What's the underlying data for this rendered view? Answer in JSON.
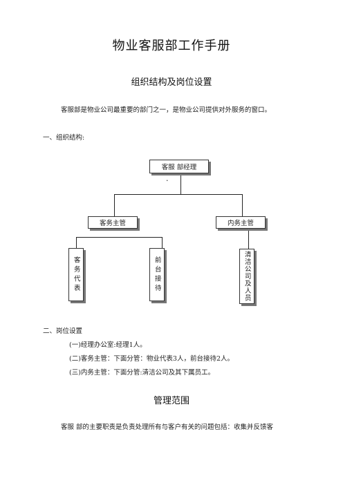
{
  "document": {
    "title": "物业客服部工作手册",
    "section1_title": "组织结构及岗位设置",
    "intro": "客服部是物业公司最重要的部门之一，是物业公司提供对外服务的窗口。",
    "org_heading": "一、组织结构:",
    "org_chart": {
      "root": "客服 部经理",
      "dot": "·",
      "left_manager": "客务主管",
      "right_manager": "内务主管",
      "leaf_1": "客务代表",
      "leaf_2": "前台接待",
      "leaf_3": "清洁公司及人员"
    },
    "positions_heading": "二、岗位设置",
    "positions": [
      "(一)经理办公室:经理1人。",
      "(二)客务主管：下面分管：物业代表3人，前台接待2人。",
      "(三)内务主管：下面分管:清洁公司及其下属员工。"
    ],
    "section2_title": "管理范围",
    "scope_text": "客服 部的主要职责是负责处理所有与客户有关的问题包括：收集并反馈客"
  }
}
